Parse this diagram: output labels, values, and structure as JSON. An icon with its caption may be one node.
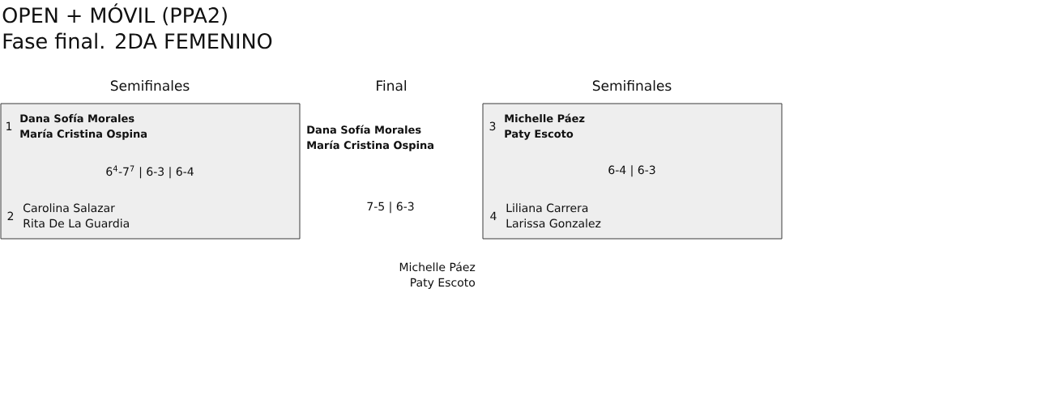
{
  "diagram": {
    "title": "OPEN + MÓVIL (PPA2)",
    "nodes": [
      {
        "text": [
          "1",
          "Dana Sofía Morales",
          "María Cristina Ospina",
          "6$^{4}$-7$^{7}$ | 6-3 | 6-4",
          "2",
          "Carolina Salazar",
          "Rita De La Guardia"
        ]
      },
      {
        "text": [
          "3",
          "Michelle Páez",
          "Paty Escoto",
          "6-4 | 6-3",
          "4",
          "Liliana Carrera",
          "Larissa Gonzalez"
        ]
      }
    ],
    "labels": [
      "Fase final. 2DA FEMENINO",
      "Semifinales",
      "Final",
      "Semifinales",
      "Dana Sofía Morales",
      "María Cristina Ospina",
      "7-5 | 6-3",
      "Michelle Páez",
      "Paty Escoto"
    ]
  }
}
